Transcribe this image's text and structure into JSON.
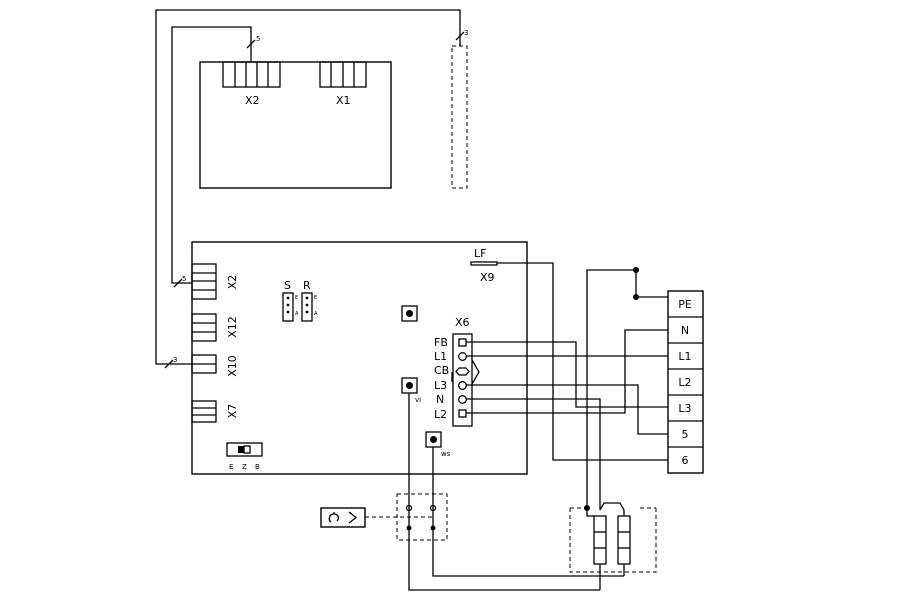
{
  "upper_board": {
    "x2": "X2",
    "x1": "X1",
    "wire_count": "5"
  },
  "sensor": {
    "wire_count": "3"
  },
  "main_board": {
    "x2": "X2",
    "x12": "X12",
    "x10": "X10",
    "x7": "X7",
    "x2_wires": "5",
    "x10_wires": "3",
    "jumper_s": "S",
    "jumper_r": "R",
    "jumper_e": "E",
    "jumper_a": "A",
    "switch_labels": [
      "E",
      "Z",
      "B"
    ],
    "lf": "LF",
    "x9": "X9",
    "x6": "X6",
    "x6_pins": [
      "FB",
      "L1",
      "CB",
      "L3",
      "N",
      "L2"
    ],
    "vi": "vi",
    "ws": "ws"
  },
  "terminal_block": [
    "PE",
    "N",
    "L1",
    "L2",
    "L3",
    "5",
    "6"
  ]
}
